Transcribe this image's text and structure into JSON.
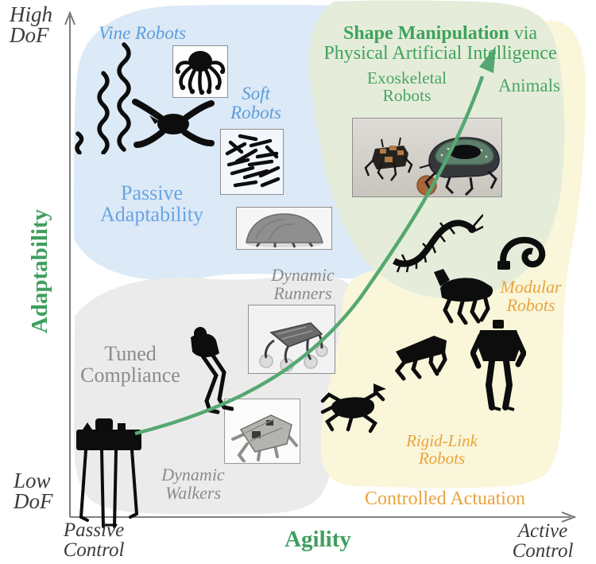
{
  "figure": {
    "title_bold": "Shape Manipulation",
    "title_via": " via",
    "title_line2": "Physical Artificial Intelligence"
  },
  "axes": {
    "y_label": "Adaptability",
    "x_label": "Agility",
    "y_high": "High\nDoF",
    "y_low": "Low\nDoF",
    "x_min": "Passive\nControl",
    "x_max": "Active\nControl"
  },
  "regions": {
    "passive_adaptability": {
      "label": "Passive\nAdaptability",
      "color": "#dce9f6",
      "label_color": "#68a4e4"
    },
    "tuned_compliance": {
      "label": "Tuned\nCompliance",
      "color": "#ebebeb",
      "label_color": "#8b8b8b"
    },
    "controlled_actuation": {
      "label": "Controlled Actuation",
      "color": "#faf6da",
      "label_color": "#e8a43c"
    },
    "shape_manipulation": {
      "color": "#e5edda"
    }
  },
  "categories": {
    "vine_robots": "Vine Robots",
    "soft_robots": "Soft\nRobots",
    "exoskeletal_robots": "Exoskeletal\nRobots",
    "animals": "Animals",
    "dynamic_runners": "Dynamic\nRunners",
    "dynamic_walkers": "Dynamic\nWalkers",
    "modular_robots": "Modular\nRobots",
    "rigid_link_robots": "Rigid-Link\nRobots"
  },
  "colors": {
    "title_green": "#3ea35b",
    "axis_label_green": "#3f9e5e",
    "arrow_green": "#55a871",
    "blue_text": "#5b9ddb",
    "orange_text": "#e8a43c",
    "gray_label": "#8b8b8b",
    "axis_text": "#3c3c3c",
    "axis_line": "#6f6f6f"
  }
}
